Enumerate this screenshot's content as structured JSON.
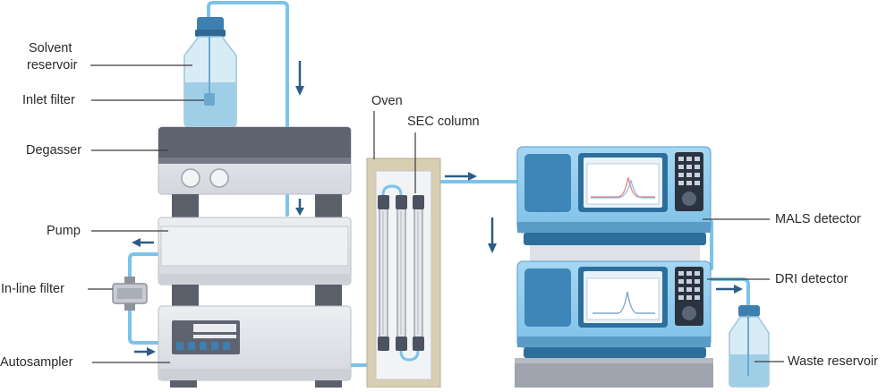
{
  "labels": {
    "solvent_reservoir_line1": "Solvent",
    "solvent_reservoir_line2": "reservoir",
    "inlet_filter": "Inlet filter",
    "degasser": "Degasser",
    "pump": "Pump",
    "inline_filter": "In-line filter",
    "autosampler": "Autosampler",
    "oven": "Oven",
    "sec_column": "SEC column",
    "mals_detector": "MALS detector",
    "dri_detector": "DRI detector",
    "waste_reservoir": "Waste reservoir"
  },
  "colors": {
    "tubing": "#7cc3ea",
    "instrument_gray": "#dfe1e6",
    "instrument_dark": "#5b5f69",
    "detector_blue": "#8ccbef",
    "detector_dark": "#2d6f9c",
    "oven_tan": "#d8ceb1",
    "bottle_liquid": "#9fcfe7",
    "bottle_cap": "#3d7fb1"
  }
}
